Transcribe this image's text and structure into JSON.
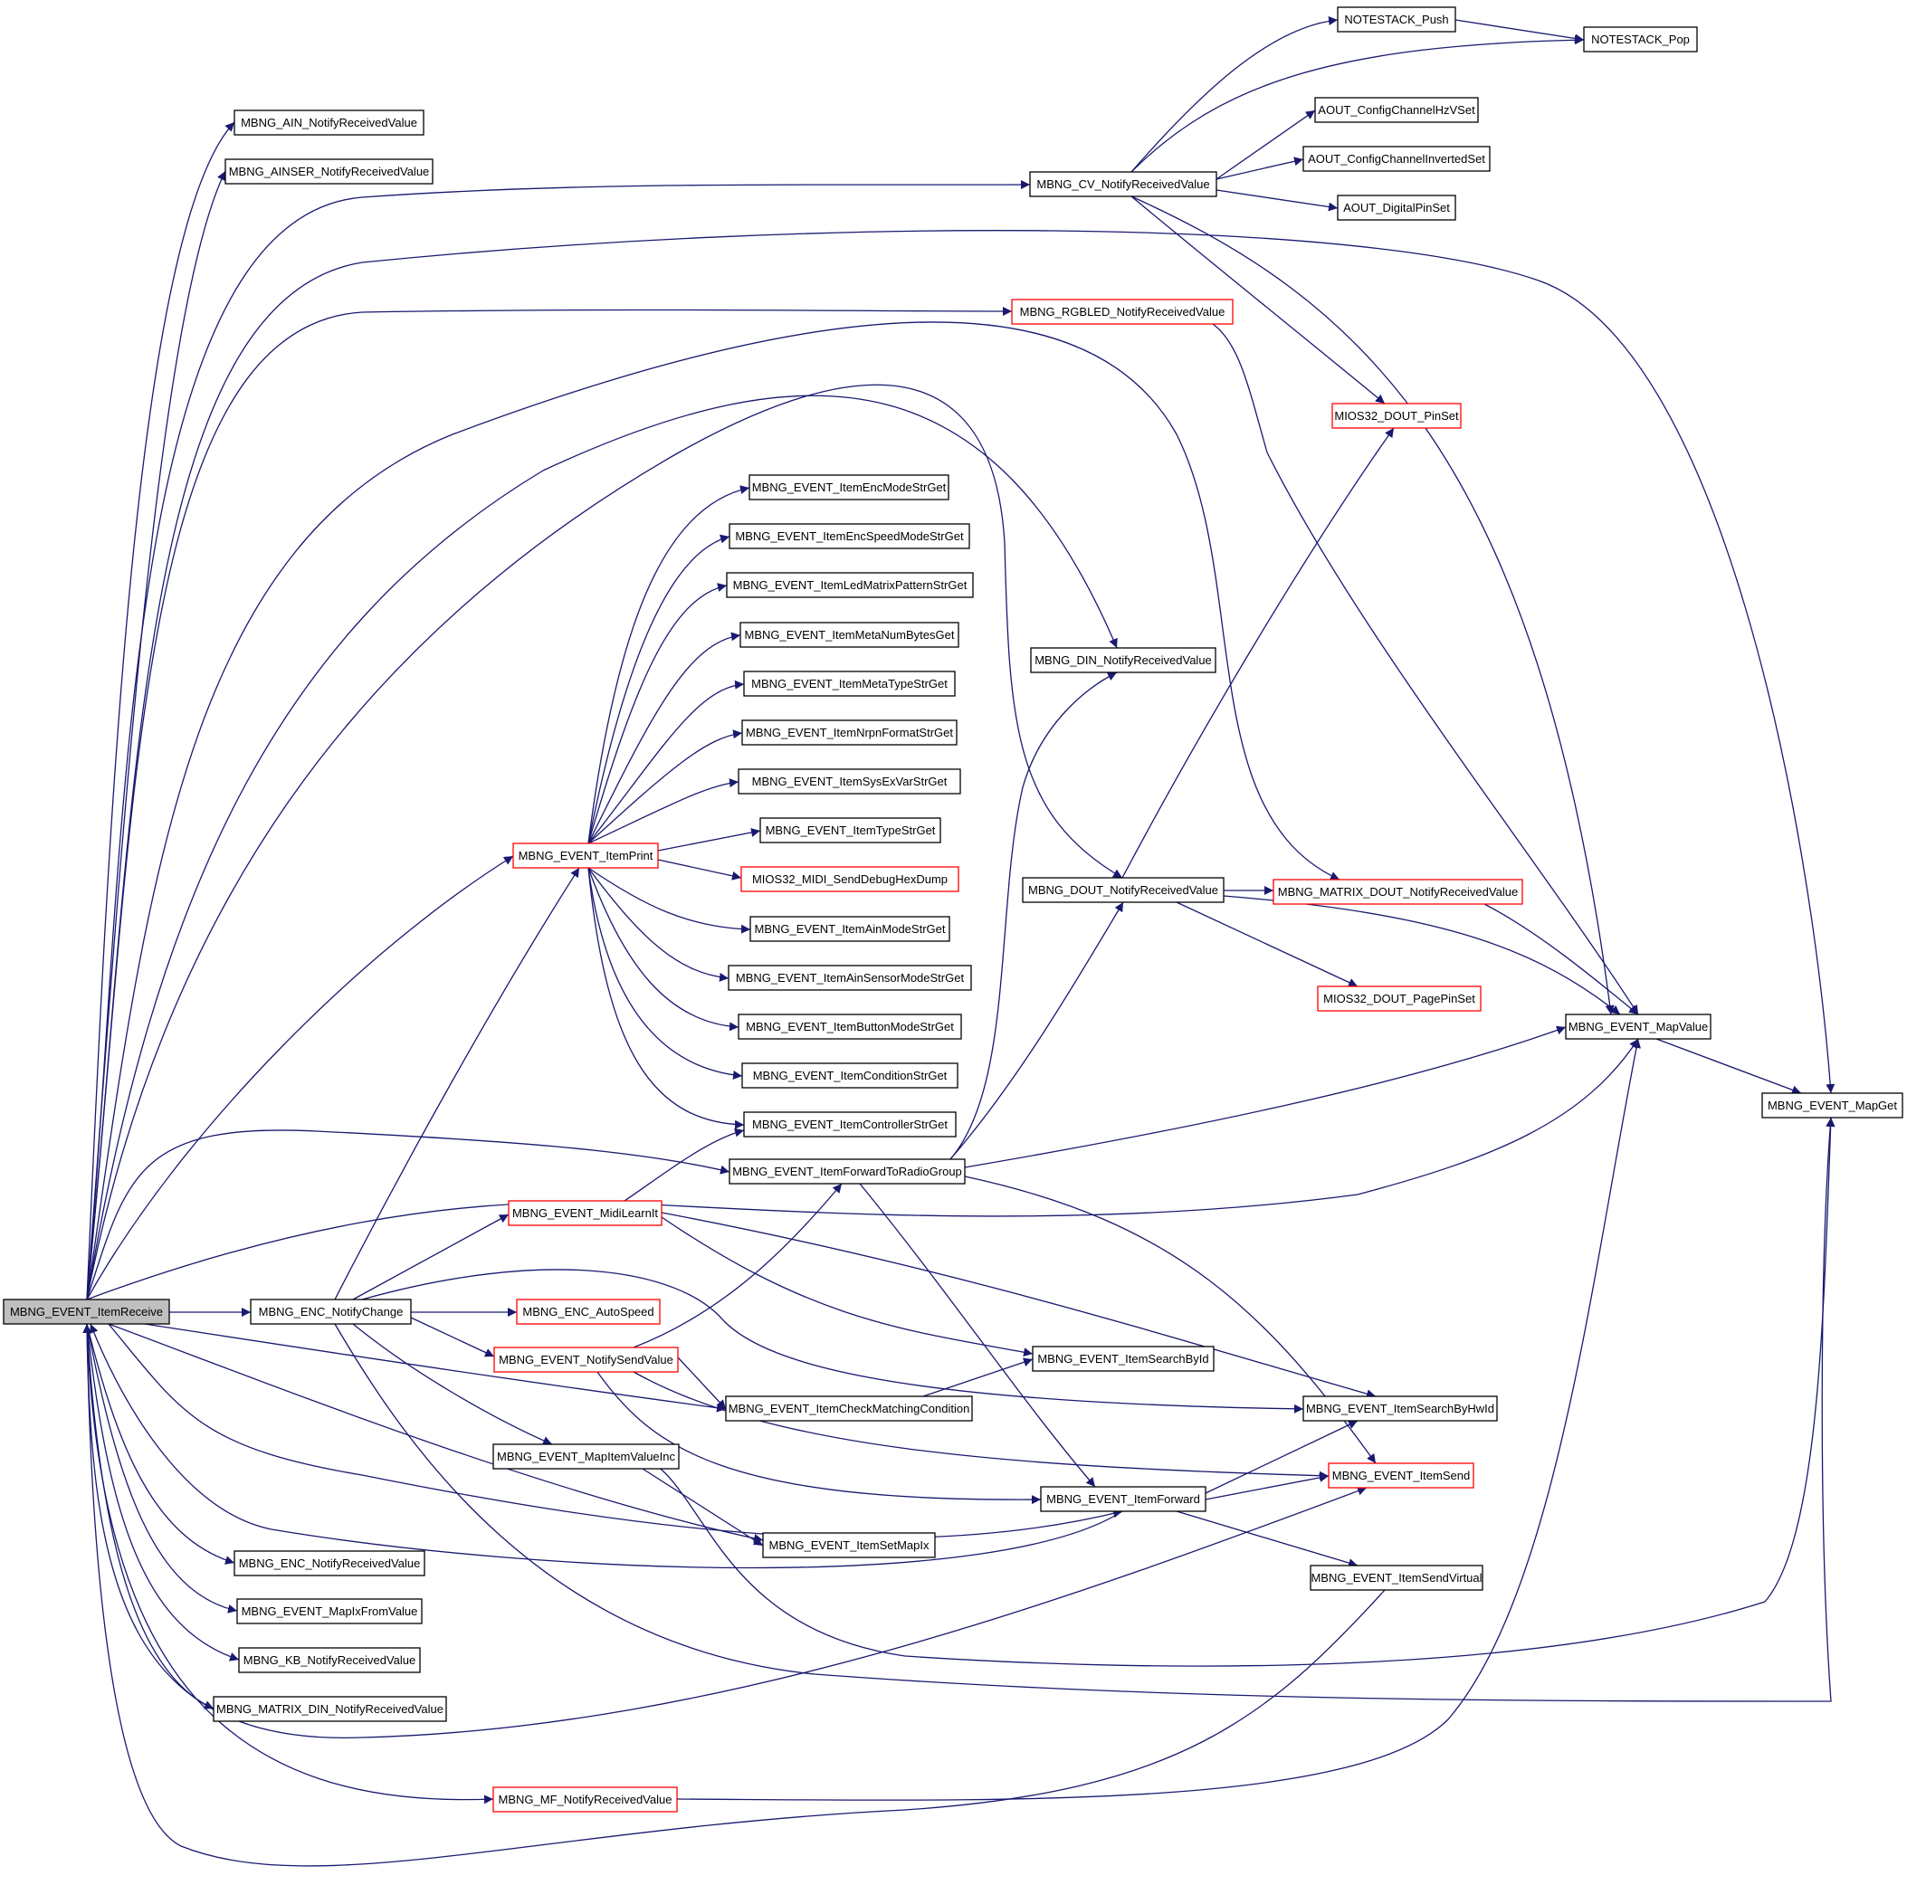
{
  "colors": {
    "edge": "#191970",
    "node_border": "#000000",
    "node_border_incomplete": "#ff0000",
    "root_fill": "#bfbfbf",
    "node_fill": "#ffffff"
  },
  "nodes": [
    {
      "id": "itemreceive",
      "label": "MBNG_EVENT_ItemReceive",
      "root": true,
      "incomplete": false
    },
    {
      "id": "ain",
      "label": "MBNG_AIN_NotifyReceivedValue",
      "incomplete": false
    },
    {
      "id": "ainser",
      "label": "MBNG_AINSER_NotifyReceivedValue",
      "incomplete": false
    },
    {
      "id": "cv",
      "label": "MBNG_CV_NotifyReceivedValue",
      "incomplete": false
    },
    {
      "id": "nspush",
      "label": "NOTESTACK_Push",
      "incomplete": false
    },
    {
      "id": "nspop",
      "label": "NOTESTACK_Pop",
      "incomplete": false
    },
    {
      "id": "aouthz",
      "label": "AOUT_ConfigChannelHzVSet",
      "incomplete": false
    },
    {
      "id": "aoutinv",
      "label": "AOUT_ConfigChannelInvertedSet",
      "incomplete": false
    },
    {
      "id": "aoutdig",
      "label": "AOUT_DigitalPinSet",
      "incomplete": false
    },
    {
      "id": "rgbled",
      "label": "MBNG_RGBLED_NotifyReceivedValue",
      "incomplete": true
    },
    {
      "id": "doutpinset",
      "label": "MIOS32_DOUT_PinSet",
      "incomplete": true
    },
    {
      "id": "encmode",
      "label": "MBNG_EVENT_ItemEncModeStrGet",
      "incomplete": false
    },
    {
      "id": "encspeed",
      "label": "MBNG_EVENT_ItemEncSpeedModeStrGet",
      "incomplete": false
    },
    {
      "id": "ledmatrix",
      "label": "MBNG_EVENT_ItemLedMatrixPatternStrGet",
      "incomplete": false
    },
    {
      "id": "metanum",
      "label": "MBNG_EVENT_ItemMetaNumBytesGet",
      "incomplete": false
    },
    {
      "id": "metatype",
      "label": "MBNG_EVENT_ItemMetaTypeStrGet",
      "incomplete": false
    },
    {
      "id": "nrpn",
      "label": "MBNG_EVENT_ItemNrpnFormatStrGet",
      "incomplete": false
    },
    {
      "id": "sysex",
      "label": "MBNG_EVENT_ItemSysExVarStrGet",
      "incomplete": false
    },
    {
      "id": "typestr",
      "label": "MBNG_EVENT_ItemTypeStrGet",
      "incomplete": false
    },
    {
      "id": "itemprint",
      "label": "MBNG_EVENT_ItemPrint",
      "incomplete": true
    },
    {
      "id": "hexdump",
      "label": "MIOS32_MIDI_SendDebugHexDump",
      "incomplete": true
    },
    {
      "id": "ainmode",
      "label": "MBNG_EVENT_ItemAinModeStrGet",
      "incomplete": false
    },
    {
      "id": "ainsensor",
      "label": "MBNG_EVENT_ItemAinSensorModeStrGet",
      "incomplete": false
    },
    {
      "id": "buttonmode",
      "label": "MBNG_EVENT_ItemButtonModeStrGet",
      "incomplete": false
    },
    {
      "id": "condstr",
      "label": "MBNG_EVENT_ItemConditionStrGet",
      "incomplete": false
    },
    {
      "id": "ctrlstr",
      "label": "MBNG_EVENT_ItemControllerStrGet",
      "incomplete": false
    },
    {
      "id": "din",
      "label": "MBNG_DIN_NotifyReceivedValue",
      "incomplete": false
    },
    {
      "id": "dout",
      "label": "MBNG_DOUT_NotifyReceivedValue",
      "incomplete": false
    },
    {
      "id": "matrixdout",
      "label": "MBNG_MATRIX_DOUT_NotifyReceivedValue",
      "incomplete": true
    },
    {
      "id": "pagepinset",
      "label": "MIOS32_DOUT_PagePinSet",
      "incomplete": true
    },
    {
      "id": "mapvalue",
      "label": "MBNG_EVENT_MapValue",
      "incomplete": false
    },
    {
      "id": "mapget",
      "label": "MBNG_EVENT_MapGet",
      "incomplete": false
    },
    {
      "id": "fwdradio",
      "label": "MBNG_EVENT_ItemForwardToRadioGroup",
      "incomplete": false
    },
    {
      "id": "midilearn",
      "label": "MBNG_EVENT_MidiLearnIt",
      "incomplete": true
    },
    {
      "id": "encnotify",
      "label": "MBNG_ENC_NotifyChange",
      "incomplete": false
    },
    {
      "id": "autospeed",
      "label": "MBNG_ENC_AutoSpeed",
      "incomplete": true
    },
    {
      "id": "notifysend",
      "label": "MBNG_EVENT_NotifySendValue",
      "incomplete": true
    },
    {
      "id": "searchbyid",
      "label": "MBNG_EVENT_ItemSearchById",
      "incomplete": false
    },
    {
      "id": "checkmatch",
      "label": "MBNG_EVENT_ItemCheckMatchingCondition",
      "incomplete": false
    },
    {
      "id": "searchbyhwid",
      "label": "MBNG_EVENT_ItemSearchByHwId",
      "incomplete": false
    },
    {
      "id": "mapiteminc",
      "label": "MBNG_EVENT_MapItemValueInc",
      "incomplete": false
    },
    {
      "id": "itemsend",
      "label": "MBNG_EVENT_ItemSend",
      "incomplete": true
    },
    {
      "id": "itemforward",
      "label": "MBNG_EVENT_ItemForward",
      "incomplete": false
    },
    {
      "id": "setmapix",
      "label": "MBNG_EVENT_ItemSetMapIx",
      "incomplete": false
    },
    {
      "id": "sendvirtual",
      "label": "MBNG_EVENT_ItemSendVirtual",
      "incomplete": false
    },
    {
      "id": "encrecv",
      "label": "MBNG_ENC_NotifyReceivedValue",
      "incomplete": false
    },
    {
      "id": "mapixfrom",
      "label": "MBNG_EVENT_MapIxFromValue",
      "incomplete": false
    },
    {
      "id": "kb",
      "label": "MBNG_KB_NotifyReceivedValue",
      "incomplete": false
    },
    {
      "id": "matrixdin",
      "label": "MBNG_MATRIX_DIN_NotifyReceivedValue",
      "incomplete": false
    },
    {
      "id": "mf",
      "label": "MBNG_MF_NotifyReceivedValue",
      "incomplete": true
    }
  ]
}
